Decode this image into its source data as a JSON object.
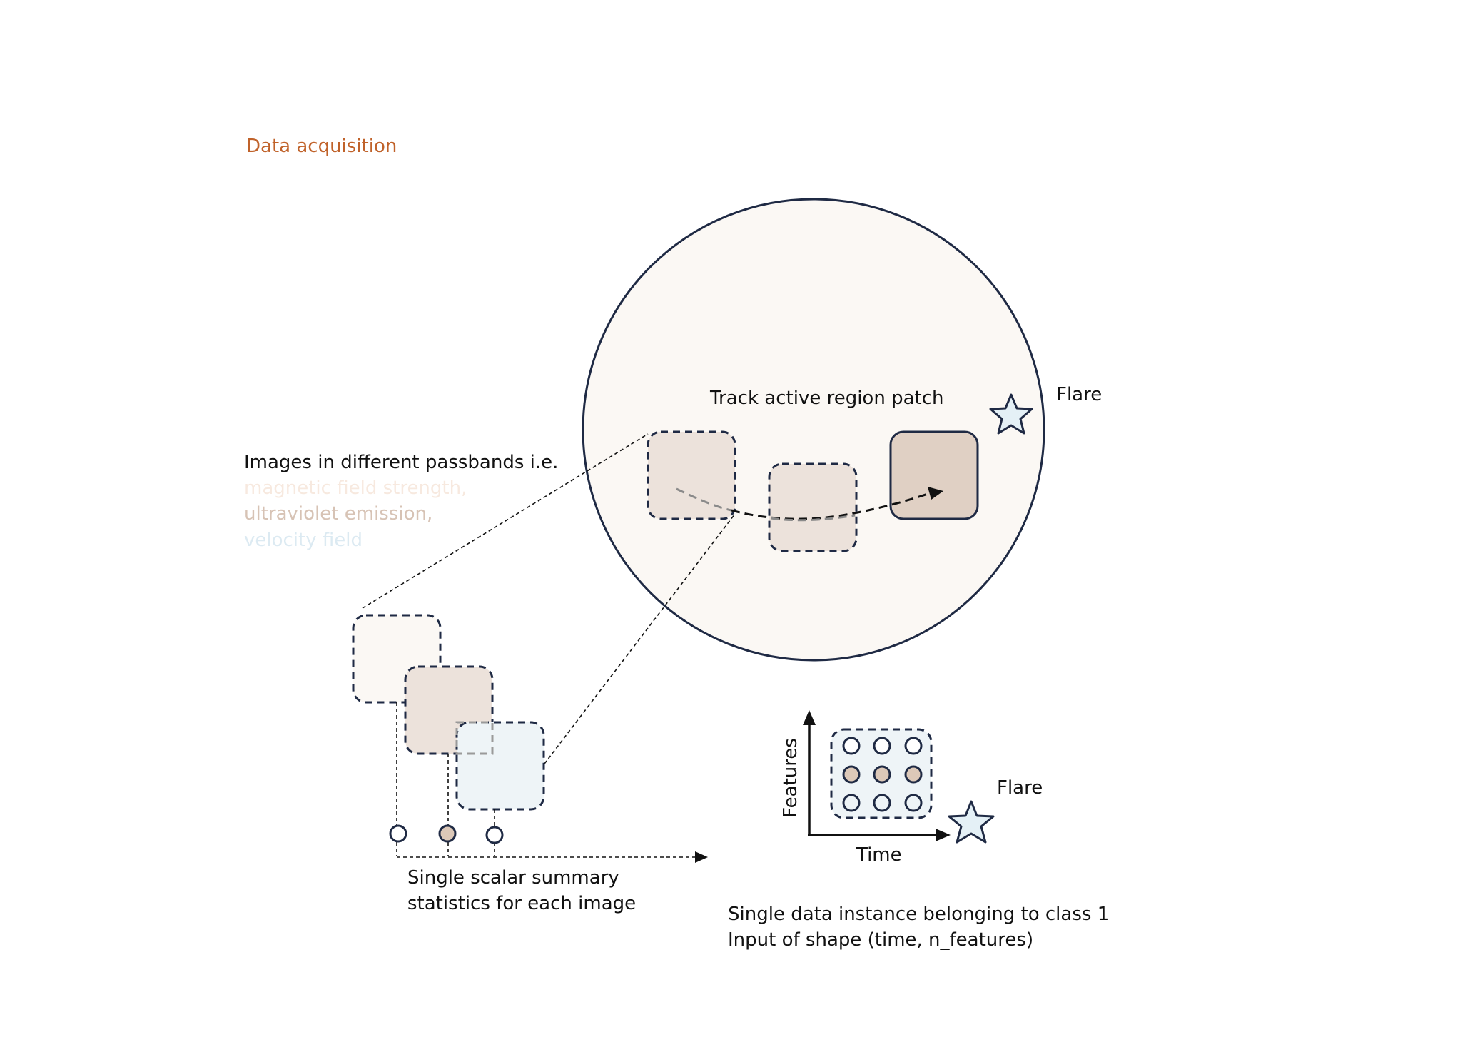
{
  "section_title": "Data acquisition",
  "sun": {
    "track_label": "Track active region patch",
    "flare_label": "Flare"
  },
  "passbands": {
    "heading": "Images in different passbands i.e.",
    "items": [
      {
        "label": "magnetic field strength,",
        "color": "#f7e9df"
      },
      {
        "label": "ultraviolet emission,",
        "color": "#d7c3b5"
      },
      {
        "label": "velocity field",
        "color": "#dceaf2"
      }
    ]
  },
  "summary": {
    "line1": "Single scalar summary",
    "line2": "statistics for each image"
  },
  "axes": {
    "ylabel": "Features",
    "xlabel": "Time",
    "flare_label": "Flare"
  },
  "instance": {
    "line1": "Single data instance belonging to class 1",
    "line2": "Input of shape (time, n_features)"
  },
  "colors": {
    "outline": "#1f2a44",
    "accent_title": "#c0622a",
    "sun_fill": "#fbf8f4",
    "patch_light": "#ece2db",
    "patch_dark": "#e0d0c4",
    "tan_circle": "#dcc8b8",
    "blue_light": "#eef4f7",
    "star_fill": "#e4f0f6"
  }
}
